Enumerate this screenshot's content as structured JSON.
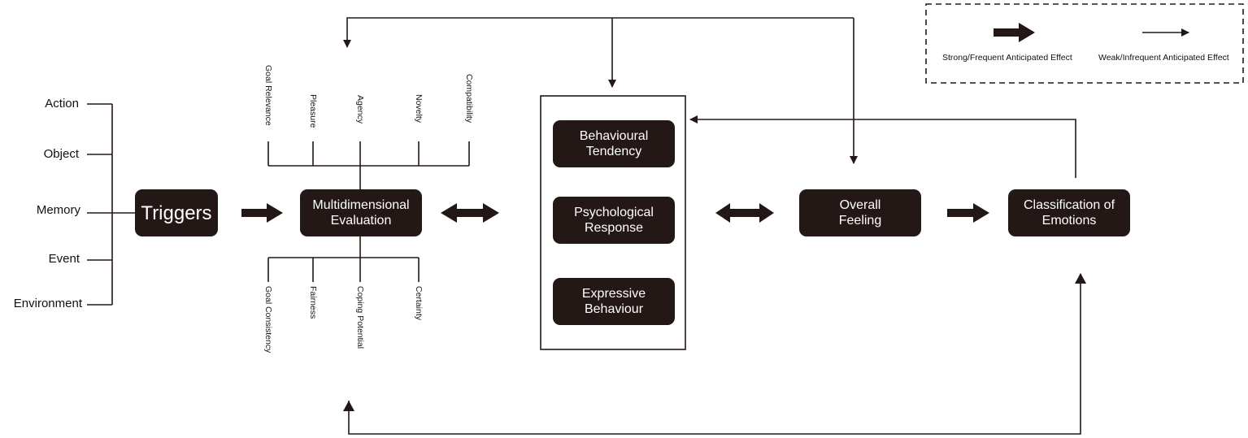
{
  "inputs": [
    "Action",
    "Object",
    "Memory",
    "Event",
    "Environment"
  ],
  "boxes": {
    "triggers": "Triggers",
    "evaluation": "Multidimensional\nEvaluation",
    "behavioural_tendency": "Behavioural\nTendency",
    "psychological_response": "Psychological\nResponse",
    "expressive_behaviour": "Expressive\nBehaviour",
    "overall_feeling": "Overall\nFeeling",
    "classification": "Classification of\nEmotions"
  },
  "dimensions_top": [
    "Goal Relevance",
    "Pleasure",
    "Agency",
    "Novelty",
    "Compatibility"
  ],
  "dimensions_bottom": [
    "Goal Consistency",
    "Fairness",
    "Coping Potential",
    "Certainty"
  ],
  "legend": {
    "strong": "Strong/Frequent Anticipated Effect",
    "weak": "Weak/Infrequent Anticipated Effect"
  },
  "colors": {
    "box_fill": "#231815",
    "line": "#231815"
  }
}
